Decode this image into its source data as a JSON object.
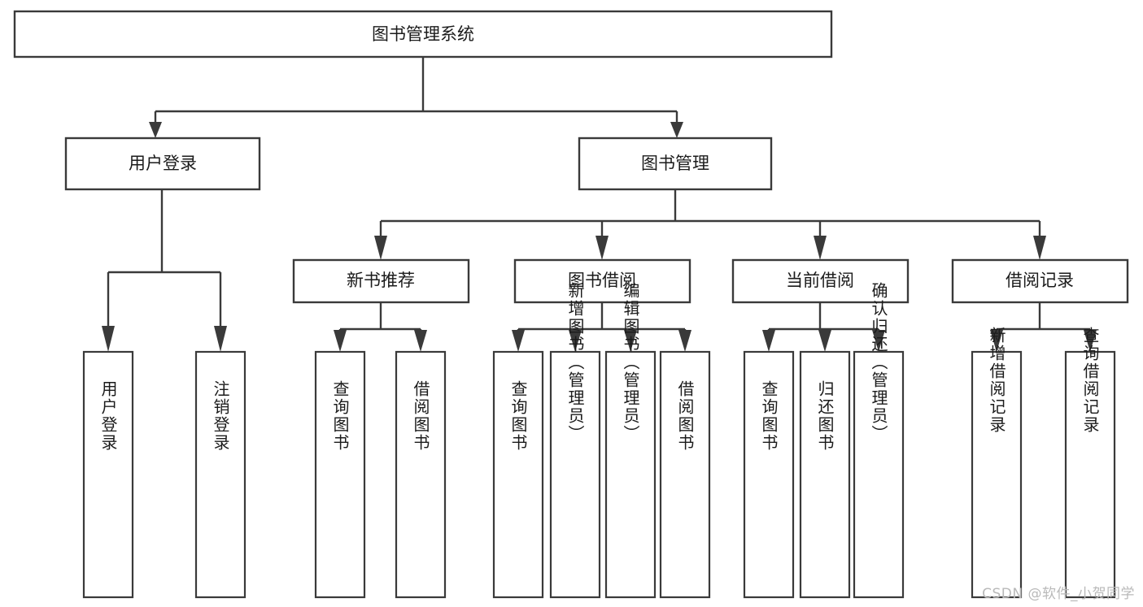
{
  "diagram": {
    "type": "tree",
    "title": "图书管理系统",
    "root": {
      "id": "root",
      "label": "图书管理系统"
    },
    "level1": [
      {
        "id": "user-login",
        "label": "用户登录"
      },
      {
        "id": "book-manage",
        "label": "图书管理"
      }
    ],
    "level2": [
      {
        "id": "new-book-recommend",
        "label": "新书推荐",
        "parent": "book-manage"
      },
      {
        "id": "book-borrow",
        "label": "图书借阅",
        "parent": "book-manage"
      },
      {
        "id": "current-borrow",
        "label": "当前借阅",
        "parent": "book-manage"
      },
      {
        "id": "borrow-record",
        "label": "借阅记录",
        "parent": "book-manage"
      }
    ],
    "leaves": [
      {
        "id": "leaf-user-login",
        "label": "用户登录",
        "parent": "user-login"
      },
      {
        "id": "leaf-user-logout",
        "label": "注销登录",
        "parent": "user-login"
      },
      {
        "id": "leaf-recommend-query",
        "label": "查询图书",
        "parent": "new-book-recommend"
      },
      {
        "id": "leaf-recommend-borrow",
        "label": "借阅图书",
        "parent": "new-book-recommend"
      },
      {
        "id": "leaf-borrow-query",
        "label": "查询图书",
        "parent": "book-borrow"
      },
      {
        "id": "leaf-borrow-add",
        "label": "新增图书（管理员）",
        "parent": "book-borrow"
      },
      {
        "id": "leaf-borrow-edit",
        "label": "编辑图书（管理员）",
        "parent": "book-borrow"
      },
      {
        "id": "leaf-borrow-lend",
        "label": "借阅图书",
        "parent": "book-borrow"
      },
      {
        "id": "leaf-current-query",
        "label": "查询图书",
        "parent": "current-borrow"
      },
      {
        "id": "leaf-current-return",
        "label": "归还图书",
        "parent": "current-borrow"
      },
      {
        "id": "leaf-current-confirm",
        "label": "确认归还（管理员）",
        "parent": "current-borrow"
      },
      {
        "id": "leaf-record-add",
        "label": "新增借阅记录",
        "parent": "borrow-record"
      },
      {
        "id": "leaf-record-query",
        "label": "查询借阅记录",
        "parent": "borrow-record"
      }
    ]
  },
  "watermark": {
    "text": "CSDN @软件_小贺同学"
  },
  "colors": {
    "stroke": "#3a3a3a",
    "box_fill": "#ffffff",
    "text": "#1b1b1b",
    "background": "#ffffff",
    "watermark": "#b9b9b9"
  }
}
